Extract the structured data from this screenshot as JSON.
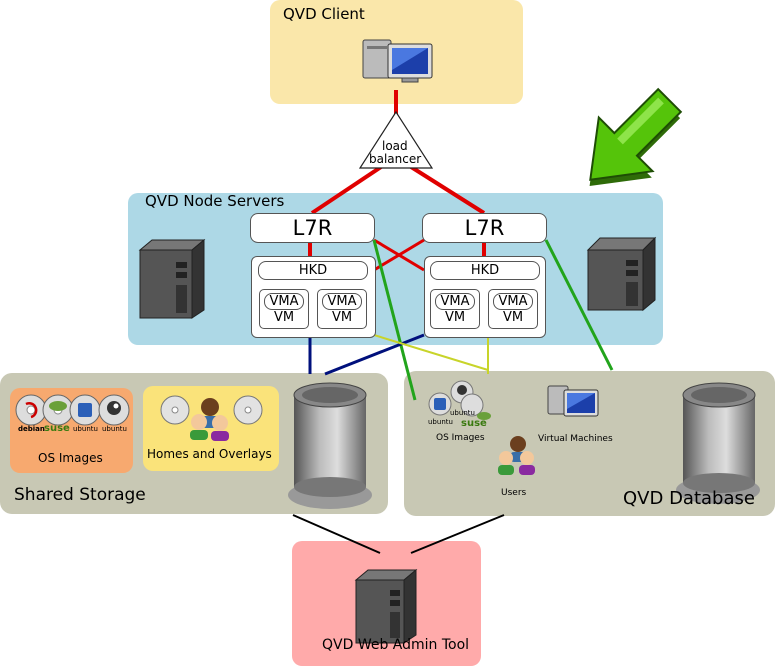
{
  "client": {
    "title": "QVD Client"
  },
  "load_balancer": {
    "line1": "load",
    "line2": "balancer"
  },
  "node_servers": {
    "title": "QVD Node Servers",
    "nodes": [
      {
        "l7r": "L7R",
        "hkd": "HKD",
        "vms": [
          {
            "a": "VMA",
            "b": "VM"
          },
          {
            "a": "VMA",
            "b": "VM"
          }
        ]
      },
      {
        "l7r": "L7R",
        "hkd": "HKD",
        "vms": [
          {
            "a": "VMA",
            "b": "VM"
          },
          {
            "a": "VMA",
            "b": "VM"
          }
        ]
      }
    ]
  },
  "shared_storage": {
    "title": "Shared Storage",
    "os_images": {
      "label": "OS Images",
      "distros": [
        "debian",
        "suse",
        "ubuntu",
        "ubuntu"
      ]
    },
    "homes": {
      "label": "Homes and Overlays"
    }
  },
  "database": {
    "title": "QVD Database",
    "os_images_label": "OS Images",
    "vm_label": "Virtual Machines",
    "users_label": "Users",
    "logo_texts": [
      "ubuntu",
      "ubuntu",
      "suse"
    ]
  },
  "web_admin": {
    "title": "QVD Web Admin Tool"
  },
  "colors": {
    "client_bg": "#fae7aa",
    "node_bg": "#add8e6",
    "storage_bg": "#c8c8b4",
    "admin_bg": "#ffaaaa",
    "osimg_bg": "#f7a96f",
    "homes_bg": "#fae37a",
    "arrow_green": "#55c40a",
    "wire_red": "#e00000",
    "wire_green": "#22a41c",
    "wire_navy": "#00107c",
    "wire_yellow": "#c8d42a"
  }
}
